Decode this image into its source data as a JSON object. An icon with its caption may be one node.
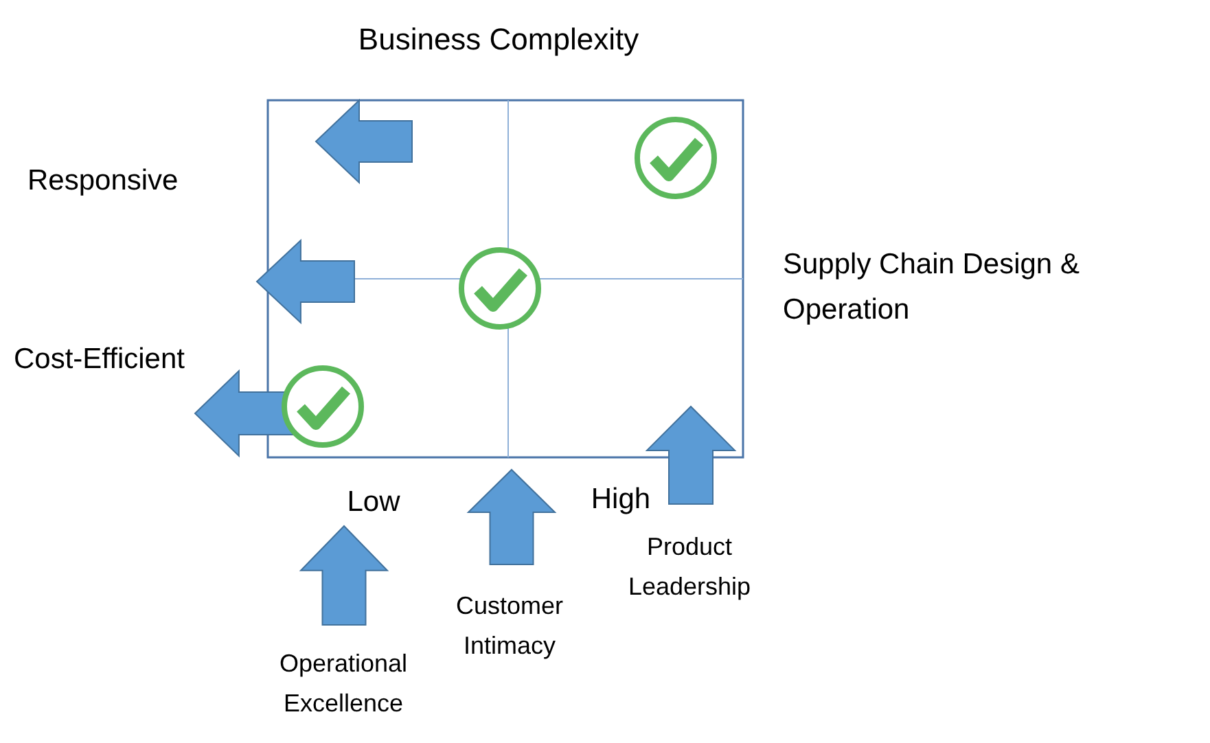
{
  "diagram": {
    "title": "Business Complexity",
    "labels": [
      "Responsive",
      "Supply Chain Design & Operation",
      "Cost-Efficient",
      "Low",
      "High",
      "Product Leadership",
      "Customer Intimacy",
      "Operational Excellence"
    ]
  }
}
